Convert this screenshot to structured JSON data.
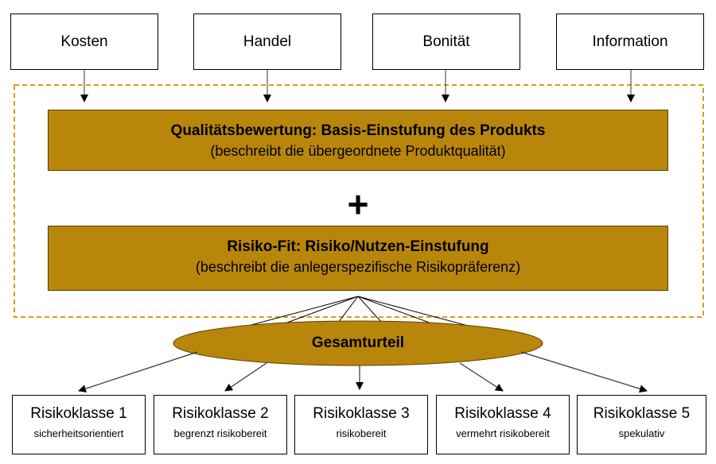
{
  "inputs": [
    {
      "label": "Kosten"
    },
    {
      "label": "Handel"
    },
    {
      "label": "Bonität"
    },
    {
      "label": "Information"
    }
  ],
  "quality": {
    "title": "Qualitätsbewertung: Basis-Einstufung des Produkts",
    "subtitle": "(beschreibt die übergeordnete Produktqualität)"
  },
  "plus": "+",
  "risk_fit": {
    "title": "Risiko-Fit: Risiko/Nutzen-Einstufung",
    "subtitle": "(beschreibt die anlegerspezifische Risikopräferenz)"
  },
  "overall": {
    "label": "Gesamturteil"
  },
  "classes": [
    {
      "name": "Risikoklasse 1",
      "desc": "sicherheitsorientiert"
    },
    {
      "name": "Risikoklasse 2",
      "desc": "begrenzt risikobereit"
    },
    {
      "name": "Risikoklasse 3",
      "desc": "risikobereit"
    },
    {
      "name": "Risikoklasse 4",
      "desc": "vermehrt risikobereit"
    },
    {
      "name": "Risikoklasse 5",
      "desc": "spekulativ"
    }
  ],
  "colors": {
    "gold": "#b8860b",
    "dash": "#d4a017"
  }
}
